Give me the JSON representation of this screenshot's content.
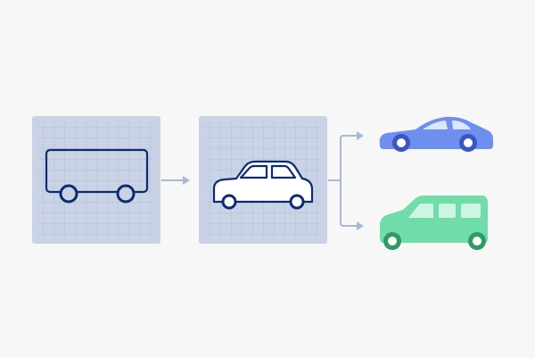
{
  "diagram": {
    "stages": [
      {
        "name": "box-body-sketch"
      },
      {
        "name": "sedan-sketch"
      }
    ],
    "outputs": [
      {
        "name": "sports-car",
        "color": "#6f8ff0"
      },
      {
        "name": "minivan",
        "color": "#6fdca9"
      }
    ]
  },
  "colors": {
    "background": "#f7f7f8",
    "panel_fill": "#c9d3e5",
    "panel_grid": "#b1bfd9",
    "sketch_stroke": "#0d2b70",
    "arrow": "#a9b8d4",
    "sports_car_body": "#6f8ff0",
    "sports_car_window": "#dde6ff",
    "minivan_body": "#6fdca9",
    "minivan_window": "#cdf5e3",
    "wheel_tire_blue": "#3a55c6",
    "wheel_tire_green": "#2f9a63",
    "wheel_hub": "#ffffff"
  }
}
